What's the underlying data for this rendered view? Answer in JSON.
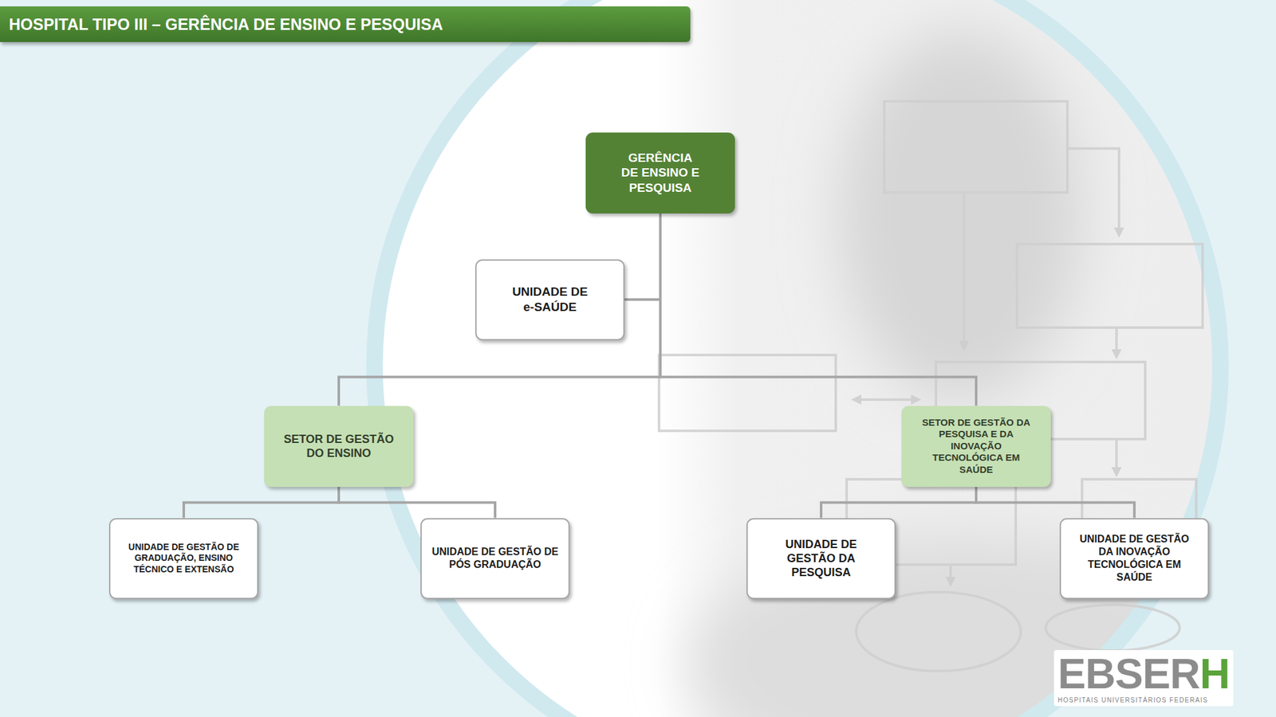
{
  "diagram": {
    "title": "HOSPITAL TIPO III – GERÊNCIA DE ENSINO E PESQUISA",
    "nodes": [
      {
        "text": [
          "GERÊNCIA DE ENSINO E PESQUISA"
        ]
      },
      {
        "text": [
          "UNIDADE DE e-SAÚDE"
        ]
      },
      {
        "text": [
          "SETOR DE GESTÃO DO ENSINO"
        ]
      },
      {
        "text": [
          "SETOR DE GESTÃO DA PESQUISA E DA INOVAÇÃO TECNOLÓGICA EM SAÚDE"
        ]
      },
      {
        "text": [
          "UNIDADE DE GESTÃO DE GRADUAÇÃO, ENSINO TÉCNICO E EXTENSÃO"
        ]
      },
      {
        "text": [
          "UNIDADE DE GESTÃO DE PÓS GRADUAÇÃO"
        ]
      },
      {
        "text": [
          "UNIDADE DE GESTÃO DA PESQUISA"
        ]
      },
      {
        "text": [
          "UNIDADE DE GESTÃO DA INOVAÇÃO TECNOLÓGICA EM SAÚDE"
        ]
      }
    ],
    "edges": [
      {
        "from": 0,
        "to": 1,
        "arrow": "none"
      },
      {
        "from": 0,
        "to": 2,
        "arrow": "none"
      },
      {
        "from": 0,
        "to": 3,
        "arrow": "none"
      },
      {
        "from": 2,
        "to": 4,
        "arrow": "none"
      },
      {
        "from": 2,
        "to": 5,
        "arrow": "none"
      },
      {
        "from": 3,
        "to": 6,
        "arrow": "none"
      },
      {
        "from": 3,
        "to": 7,
        "arrow": "none"
      }
    ],
    "labels": [
      "EBSERH",
      "HOSPITAIS UNIVERSITÁRIOS FEDERAIS"
    ]
  }
}
